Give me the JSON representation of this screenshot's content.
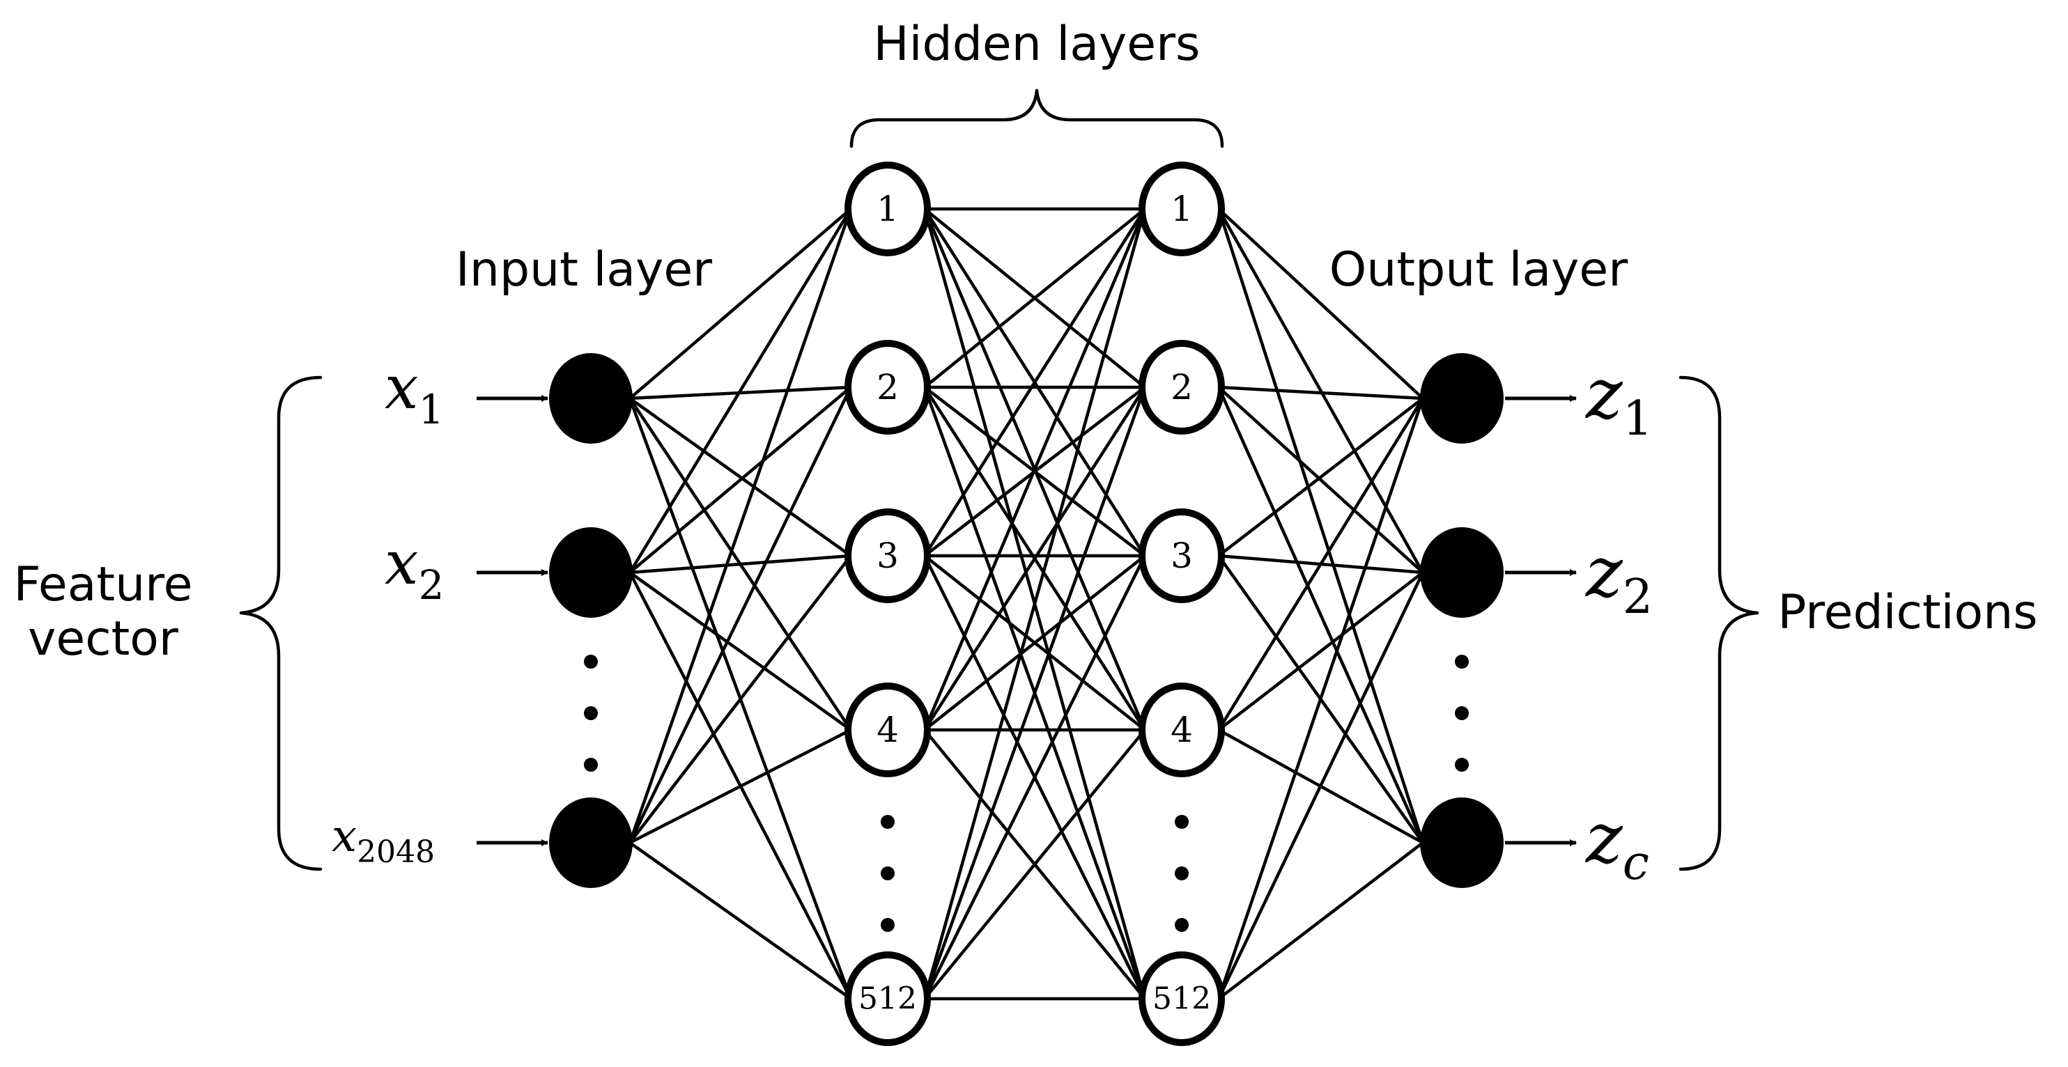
{
  "labels": {
    "hidden_layers": "Hidden layers",
    "input_layer": "Input layer",
    "output_layer": "Output layer",
    "feature_vector_line1": "Feature",
    "feature_vector_line2": "vector",
    "predictions": "Predictions"
  },
  "inputs": [
    {
      "base": "x",
      "sub": "1"
    },
    {
      "base": "x",
      "sub": "2"
    },
    {
      "base": "x",
      "sub": "2048"
    }
  ],
  "outputs": [
    {
      "base": "z",
      "sub": "1"
    },
    {
      "base": "z",
      "sub": "2"
    },
    {
      "base": "z",
      "sub": "c"
    }
  ],
  "hidden_layer_1": [
    "1",
    "2",
    "3",
    "4",
    "512"
  ],
  "hidden_layer_2": [
    "1",
    "2",
    "3",
    "4",
    "512"
  ],
  "colors": {
    "stroke": "#000000",
    "background": "#ffffff"
  }
}
